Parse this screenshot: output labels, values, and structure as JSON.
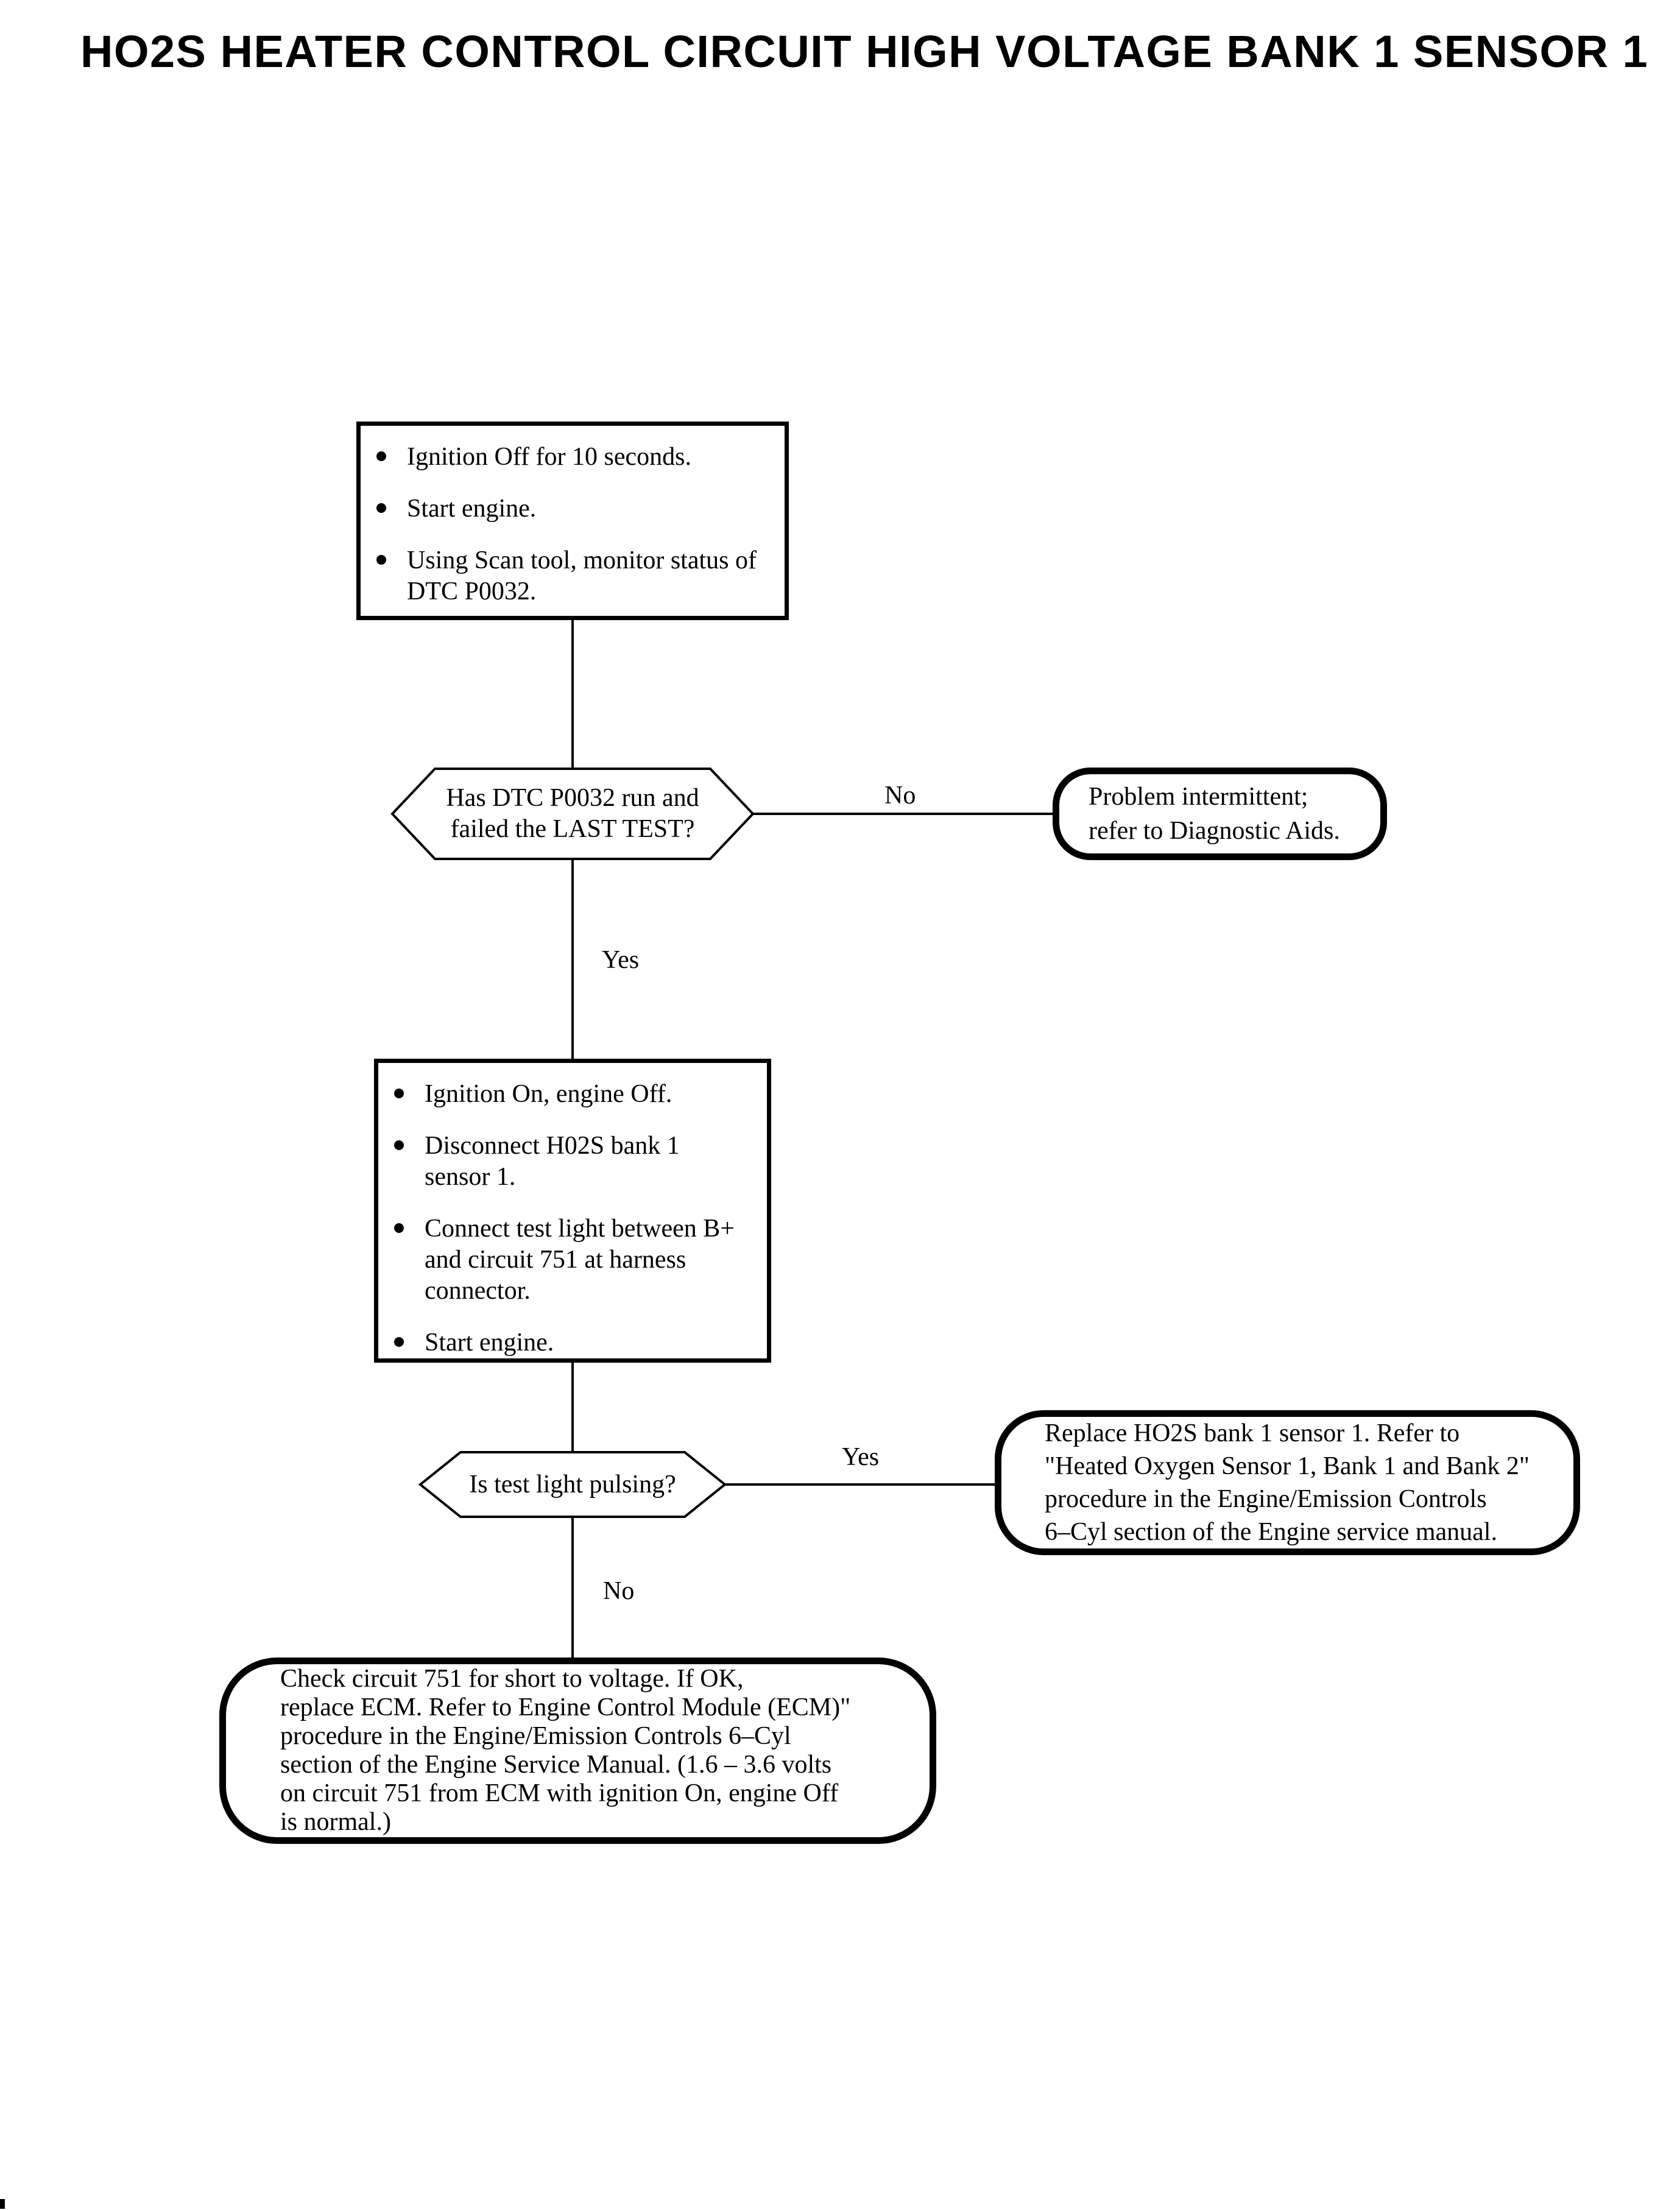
{
  "page": {
    "title": "HO2S HEATER CONTROL CIRCUIT HIGH VOLTAGE BANK 1 SENSOR 1"
  },
  "colors": {
    "ink": "#000000",
    "paper": "#ffffff"
  },
  "flowchart": {
    "step1": {
      "bullets": [
        [
          "Ignition Off for 10 seconds."
        ],
        [
          "Start engine."
        ],
        [
          "Using Scan tool, monitor status of",
          "DTC P0032."
        ]
      ]
    },
    "decision1": {
      "lines": [
        "Has DTC P0032 run and",
        "failed the LAST TEST?"
      ],
      "no_label": "No",
      "yes_label": "Yes"
    },
    "terminal_intermittent": {
      "lines": [
        "Problem intermittent;",
        "refer to Diagnostic Aids."
      ]
    },
    "step2": {
      "bullets": [
        [
          "Ignition On, engine Off."
        ],
        [
          "Disconnect H02S bank 1",
          "sensor 1."
        ],
        [
          "Connect test light between B+",
          "and circuit 751 at harness",
          "connector."
        ],
        [
          "Start engine."
        ]
      ]
    },
    "decision2": {
      "lines": [
        "Is test light pulsing?"
      ],
      "yes_label": "Yes",
      "no_label": "No"
    },
    "terminal_replace": {
      "lines": [
        "Replace HO2S bank 1 sensor 1. Refer to",
        "\"Heated Oxygen Sensor 1, Bank 1 and Bank 2\"",
        "procedure in the Engine/Emission Controls",
        "6–Cyl section of the Engine service manual."
      ]
    },
    "terminal_check": {
      "lines": [
        "Check circuit 751 for short to voltage. If OK,",
        "replace ECM. Refer to Engine Control Module (ECM)\"",
        "procedure in the Engine/Emission Controls 6–Cyl",
        "section of the Engine Service Manual. (1.6 – 3.6 volts",
        "on circuit 751 from ECM with ignition On, engine Off",
        "is normal.)"
      ]
    }
  }
}
